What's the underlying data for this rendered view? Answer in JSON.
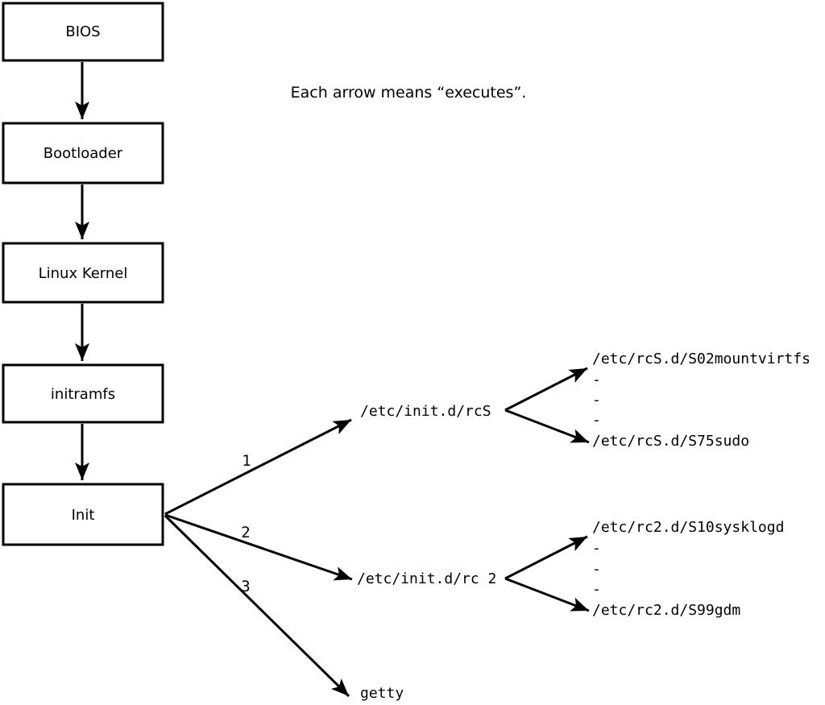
{
  "caption": "Each arrow means “executes”.",
  "colors": {
    "ink": "#000000",
    "background": "#ffffff",
    "box_fill": "#ffffff"
  },
  "boot_chain": [
    {
      "label": "BIOS"
    },
    {
      "label": "Bootloader"
    },
    {
      "label": "Linux Kernel"
    },
    {
      "label": "initramfs"
    },
    {
      "label": "Init"
    }
  ],
  "init_branches": [
    {
      "number": "1",
      "target": "/etc/init.d/rcS"
    },
    {
      "number": "2",
      "target": "/etc/init.d/rc 2"
    },
    {
      "number": "3",
      "target": "getty"
    }
  ],
  "rcS_entries": [
    "/etc/rcS.d/S02mountvirtfs",
    "-",
    "-",
    "-",
    "/etc/rcS.d/S75sudo"
  ],
  "rc2_entries": [
    "/etc/rc2.d/S10sysklogd",
    "-",
    "-",
    "-",
    "/etc/rc2.d/S99gdm"
  ]
}
